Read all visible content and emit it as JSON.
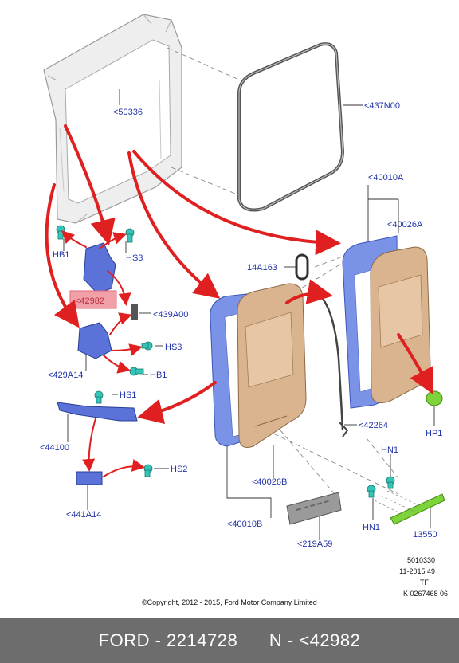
{
  "labels": {
    "p50336": "<50336",
    "p437N00": "<437N00",
    "p40010A": "<40010A",
    "p40026A": "<40026A",
    "p14A163": "14A163",
    "HB1_top": "HB1",
    "HS3_top": "HS3",
    "p42982": "<42982",
    "p439A00": "<439A00",
    "HS3_mid": "HS3",
    "p429A14": "<429A14",
    "HB1_mid": "HB1",
    "HS1": "HS1",
    "p44100": "<44100",
    "HS2": "HS2",
    "p441A14": "<441A14",
    "p42264": "<42264",
    "HP1": "HP1",
    "p40026B": "<40026B",
    "p40010B": "<40010B",
    "HN1_top": "HN1",
    "HN1_bottom": "HN1",
    "p13550": "13550",
    "p219A59": "<219A59"
  },
  "info_block": {
    "line1": "5010330",
    "line2": "11-2015 49",
    "line3": "TF",
    "line4": "K 0267468 06"
  },
  "copyright": "©Copyright, 2012 - 2015, Ford Motor Company Limited",
  "footer": {
    "brand": "FORD",
    "part_number": "2214728",
    "ref": "N - <42982"
  },
  "colors": {
    "label_blue": "#2233aa",
    "arrow_red": "#e02020",
    "highlight_pink": "#f2a0a8",
    "door_tan": "#d9b48e",
    "frame_blue": "#7b93e6",
    "fastener_teal": "#34c4b8",
    "seal_green": "#7ed33a",
    "footer_gray": "#6d6d6d"
  }
}
